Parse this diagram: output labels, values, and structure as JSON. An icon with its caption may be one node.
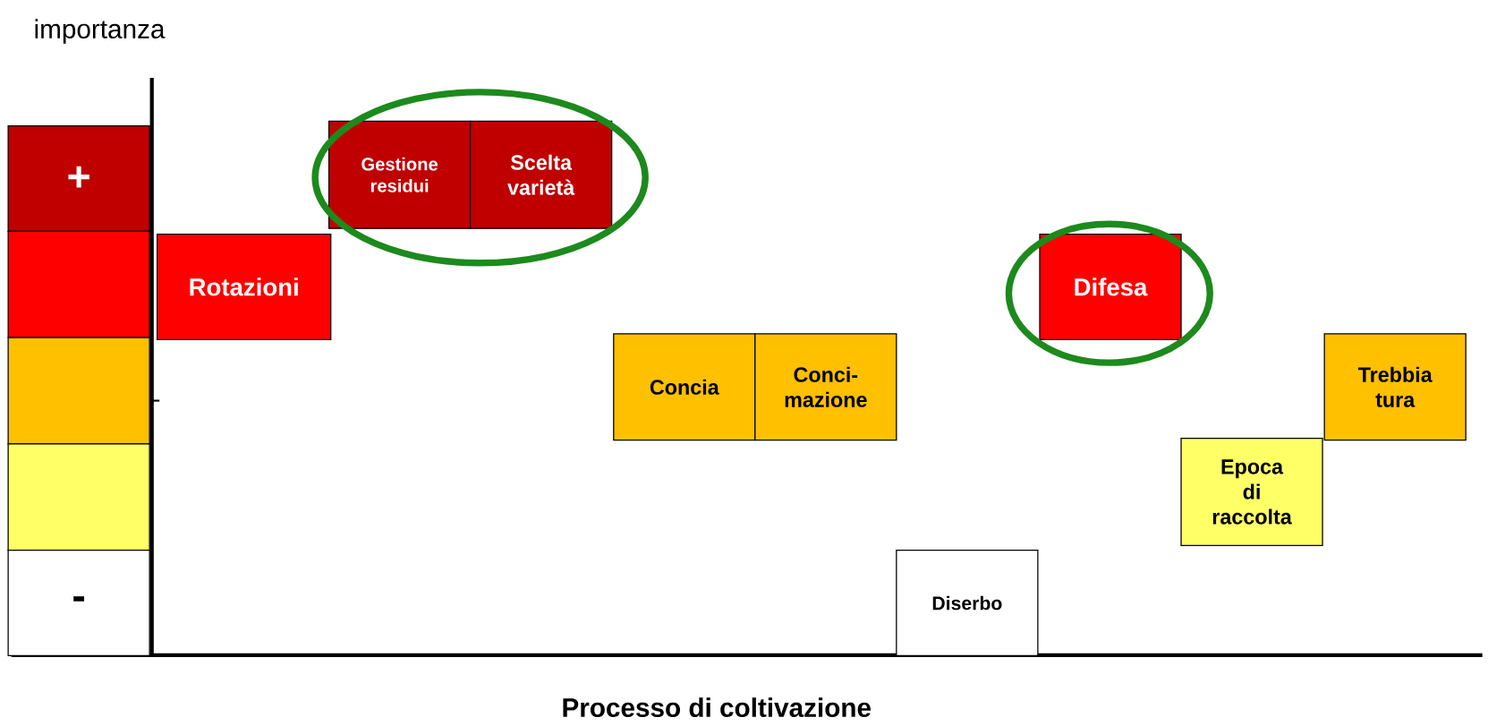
{
  "diagram": {
    "nodes": [
      {
        "text": [
          "+"
        ]
      },
      {
        "text": [],
        "shape": "box"
      },
      {
        "text": [],
        "shape": "box"
      },
      {
        "text": [],
        "shape": "box"
      },
      {
        "text": [
          "-"
        ]
      },
      {
        "text": [
          "Gestione residui"
        ]
      },
      {
        "text": [
          "Scelta varietà"
        ]
      },
      {
        "text": [
          "Rotazioni"
        ]
      },
      {
        "text": [
          "Difesa"
        ]
      },
      {
        "text": [
          "Concia"
        ]
      },
      {
        "text": [
          "Conci- mazione"
        ]
      },
      {
        "text": [
          "Trebbia tura"
        ]
      },
      {
        "text": [
          "Epoca di raccolta"
        ]
      },
      {
        "text": [
          "Diserbo"
        ]
      }
    ],
    "labels": [
      "importanza",
      "Processo di coltivazione"
    ]
  }
}
